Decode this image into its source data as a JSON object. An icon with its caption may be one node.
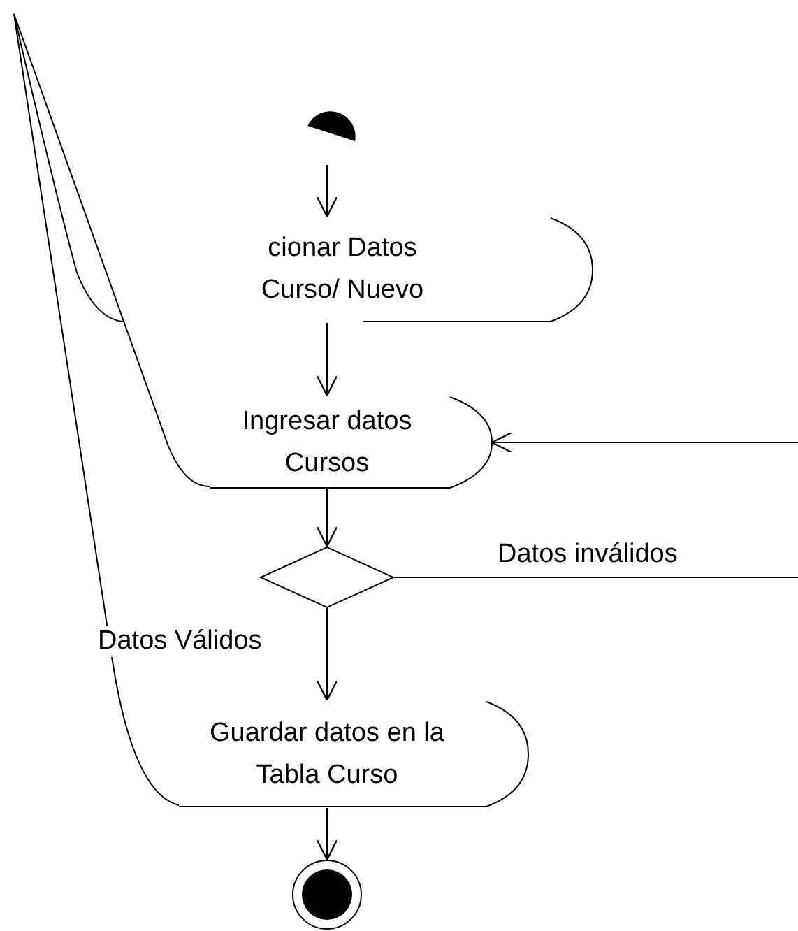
{
  "diagram": {
    "nodes": [
      {
        "text": [],
        "shape": "circle"
      },
      {
        "text": [
          "cionar Datos Curso/ Nuevo"
        ]
      },
      {
        "text": [
          "Ingresar datos Cursos"
        ]
      },
      {
        "text": [],
        "shape": "diamond"
      },
      {
        "text": [
          "Guardar datos en la Tabla Curso"
        ]
      },
      {
        "text": [],
        "shape": "circle"
      }
    ],
    "edges": [
      {
        "from": 0,
        "to": 1,
        "arrow": "to"
      },
      {
        "from": 1,
        "to": 2,
        "arrow": "to"
      },
      {
        "from": 2,
        "to": 3,
        "arrow": "to"
      },
      {
        "from": 3,
        "to": 4,
        "arrow": "to",
        "label": "Datos Válidos"
      },
      {
        "from": 3,
        "to": 2,
        "arrow": "to",
        "label": "Datos inválidos"
      },
      {
        "from": 4,
        "to": 5,
        "arrow": "to"
      }
    ]
  }
}
